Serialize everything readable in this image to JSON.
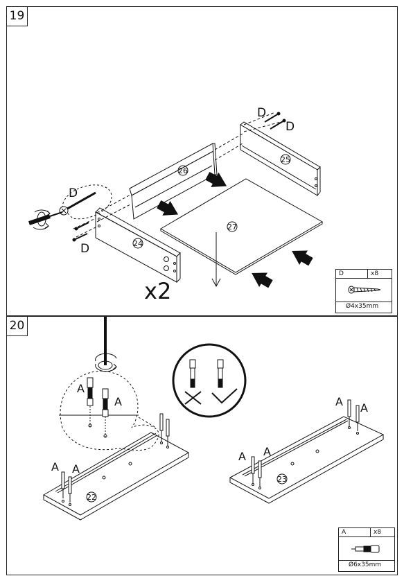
{
  "step19": {
    "number": "19",
    "multiplier": "x2",
    "labels": {
      "d_top1": "D",
      "d_top2": "D",
      "d_left1": "D",
      "d_left2": "D"
    },
    "parts": {
      "p24": "24",
      "p25": "25",
      "p26": "26",
      "p27": "27"
    },
    "hardware": {
      "letter": "D",
      "qty": "x8",
      "size": "Ø4x35mm"
    }
  },
  "step20": {
    "number": "20",
    "labels": {
      "a1": "A",
      "a2": "A",
      "a3": "A",
      "a4": "A",
      "a5": "A",
      "a6": "A",
      "a7": "A",
      "a8": "A"
    },
    "parts": {
      "p22": "22",
      "p23": "23"
    },
    "hardware": {
      "letter": "A",
      "qty": "x8",
      "size": "Ø6x35mm"
    }
  }
}
